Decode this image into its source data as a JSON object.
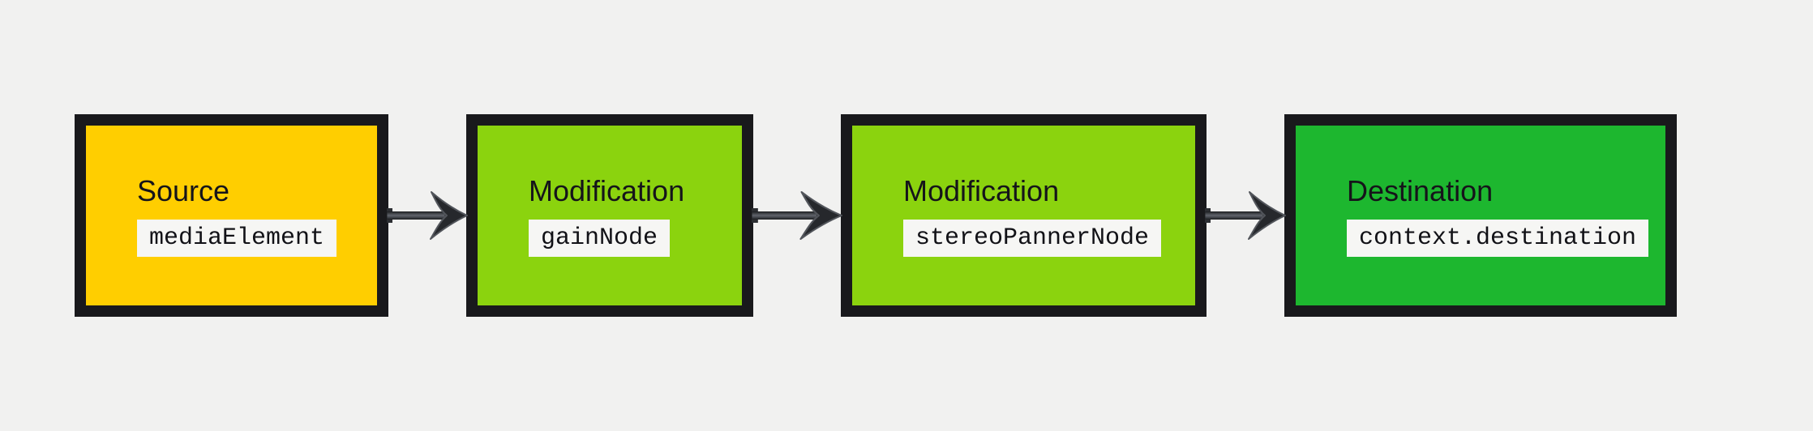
{
  "diagram": {
    "kind": "audio-processing-flow",
    "nodes": [
      {
        "label": "Source",
        "code": "mediaElement",
        "fill": "#ffce00"
      },
      {
        "label": "Modification",
        "code": "gainNode",
        "fill": "#8bd30e"
      },
      {
        "label": "Modification",
        "code": "stereoPannerNode",
        "fill": "#8bd30e"
      },
      {
        "label": "Destination",
        "code": "context.destination",
        "fill": "#1db72f"
      }
    ],
    "connectors": [
      {
        "icon": "right-arrow-icon",
        "from": 0,
        "to": 1
      },
      {
        "icon": "right-arrow-icon",
        "from": 1,
        "to": 2
      },
      {
        "icon": "right-arrow-icon",
        "from": 2,
        "to": 3
      }
    ],
    "colors": {
      "background": "#f1f1f0",
      "box_border": "#19191c",
      "chip_background": "#f6f6f4",
      "label_text": "#15141a",
      "arrow_dark": "#26282c",
      "arrow_light": "#60646b"
    }
  }
}
